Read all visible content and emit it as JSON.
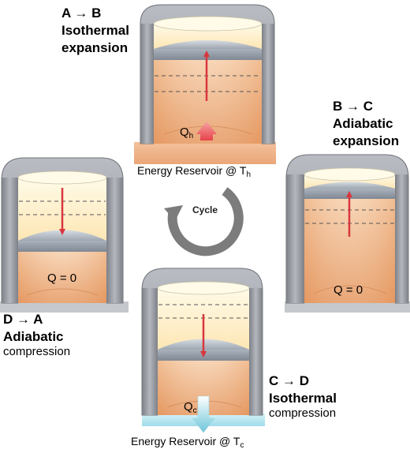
{
  "stages": {
    "ab": {
      "step": "A → B",
      "process_line1": "Isothermal",
      "process_line2": "expansion",
      "heat": "Q",
      "heat_sub": "h"
    },
    "bc": {
      "step": "B → C",
      "process_line1": "Adiabatic",
      "process_line2": "expansion",
      "heat": "Q = 0"
    },
    "cd": {
      "step": "C → D",
      "process_line1": "Isothermal",
      "process_line2": "compression",
      "heat": "Q",
      "heat_sub": "c"
    },
    "da": {
      "step": "D → A",
      "process_line1": "Adiabatic",
      "process_line2": "compression",
      "heat": "Q = 0"
    }
  },
  "reservoirs": {
    "hot": {
      "text": "Energy Reservoir @ T",
      "sub": "h"
    },
    "cold": {
      "text": "Energy Reservoir @ T",
      "sub": "c"
    }
  },
  "cycle_label": "Cycle",
  "colors": {
    "wall": "#9a9da3",
    "wall_dark": "#6f7278",
    "gas_top": "#f3c39b",
    "gas_bottom": "#e59a63",
    "top_space": "#fff4d6",
    "piston": "#8f98a3",
    "arrow": "#d9363e",
    "hot_reservoir": "#f0b58b",
    "cold_reservoir": "#bfe8f2",
    "cycle_arrow": "#7c7c7c"
  }
}
